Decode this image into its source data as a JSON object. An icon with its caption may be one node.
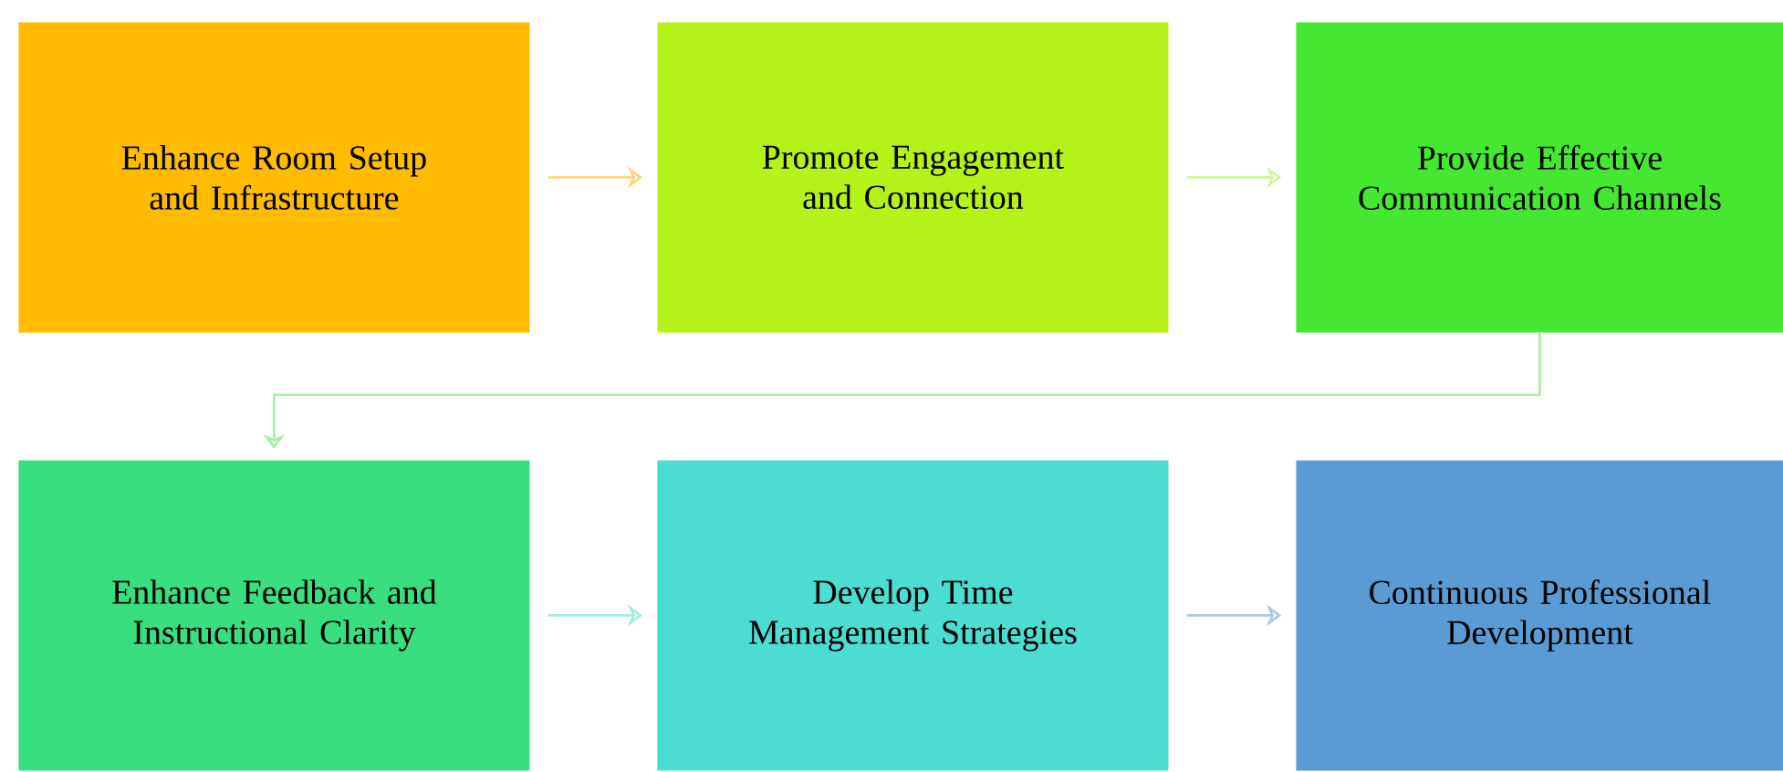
{
  "diagram": {
    "nodes": [
      {
        "text": [
          "Enhance Room Setup and Infrastructure"
        ]
      },
      {
        "text": [
          "Promote Engagement and Connection"
        ]
      },
      {
        "text": [
          "Provide Effective Communication Channels"
        ]
      },
      {
        "text": [
          "Enhance Feedback and Instructional Clarity"
        ]
      },
      {
        "text": [
          "Develop Time Management Strategies"
        ]
      },
      {
        "text": [
          "Continuous Professional Development"
        ]
      }
    ],
    "edges": [
      {
        "from": 0,
        "to": 1,
        "arrow": "to",
        "color": "#ffd27f"
      },
      {
        "from": 1,
        "to": 2,
        "arrow": "to",
        "color": "#d2f59a"
      },
      {
        "from": 2,
        "to": 3,
        "arrow": "to",
        "color": "#a6efa0"
      },
      {
        "from": 3,
        "to": 4,
        "arrow": "to",
        "color": "#9fece1"
      },
      {
        "from": 4,
        "to": 5,
        "arrow": "to",
        "color": "#a9c7ea"
      }
    ]
  }
}
